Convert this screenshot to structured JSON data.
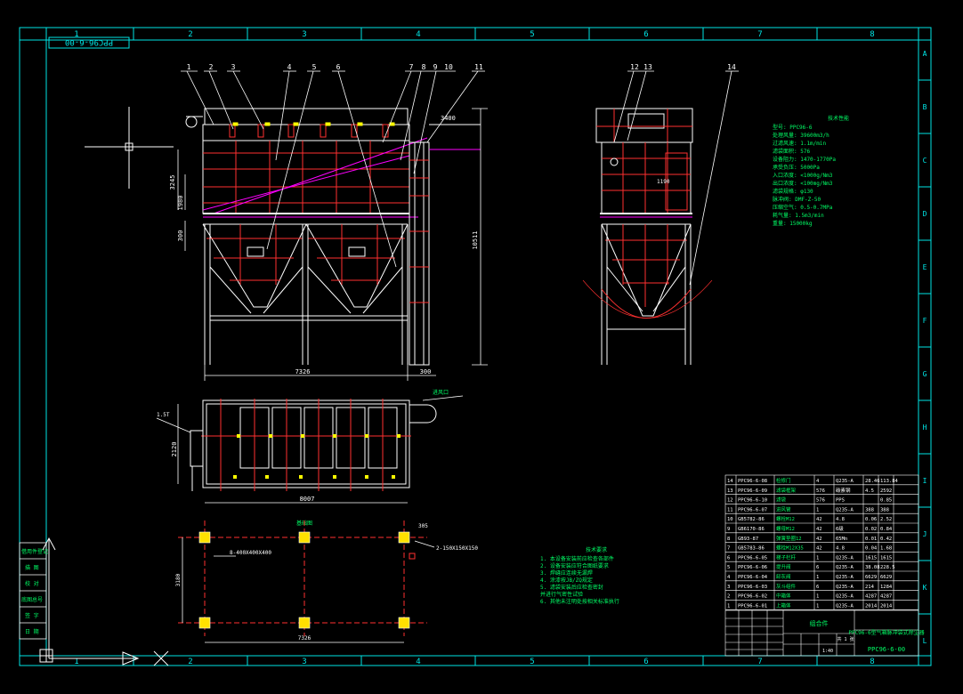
{
  "drawing": {
    "code_rotated": "PPC96-6-00",
    "title_code": "PPC96-6-00",
    "title_name": "PPC96-6型气箱脉冲袋式除尘器",
    "title_material": "组合件",
    "col_numbers": [
      "1",
      "2",
      "3",
      "4",
      "5",
      "6",
      "7",
      "8"
    ],
    "row_letters": [
      "A",
      "B",
      "C",
      "D",
      "E",
      "F",
      "G",
      "H",
      "I",
      "J",
      "K",
      "L"
    ],
    "left_stamp_labels": [
      "借用件登记",
      "描 图",
      "校 对",
      "底图总号",
      "签 字",
      "日 期"
    ]
  },
  "balloons": {
    "front": [
      "1",
      "2",
      "3",
      "4",
      "5",
      "6",
      "7",
      "8",
      "9",
      "10",
      "11"
    ],
    "side": [
      "12",
      "13",
      "14"
    ]
  },
  "dimensions": {
    "front_width": "7326",
    "front_height": "10511",
    "front_offset": "300",
    "front_upper": "3245",
    "front_mid": "1980",
    "front_lower": "300",
    "front_top_note": "3400",
    "side_width": "1190",
    "plan_length": "8007",
    "plan_width": "2120",
    "plan_pipe": "1.5T",
    "plan_inlet_note": "进风口",
    "foundation_length": "7326",
    "foundation_width": "3180",
    "foundation_bolt": "8-400X400X400",
    "foundation_pipe": "2-150X150X150",
    "foundation_offset": "305",
    "foundation_title": "基础图"
  },
  "specs": {
    "title": "技术性能",
    "lines": [
      "型号: PPC96-6",
      "处理风量: 39600m3/h",
      "过滤风速: 1.1m/min",
      "滤袋面积: 576",
      "设备阻力: 1470-1770Pa",
      "承受负压: 5000Pa",
      "入口浓度: <1000g/Nm3",
      "出口浓度: <100mg/Nm3",
      "滤袋规格: φ130",
      "脉冲阀: DMF-Z-50",
      "压缩空气: 0.5-0.7MPa",
      "耗气量: 1.5m3/min",
      "重量: 15000kg"
    ]
  },
  "notes": {
    "title": "技术要求",
    "lines": [
      "1. 本设备安装前应检查各部件",
      "2. 设备安装应符合图纸要求",
      "3. 焊缝应连续无漏焊",
      "4. 涂漆按JB/ZQ规定",
      "5. 滤袋安装后应检查密封",
      "   并进行气密性试验",
      "6. 其他未注明处按相关标准执行"
    ]
  },
  "bom": {
    "rows": [
      [
        "14",
        "PPC96-6-08",
        "检修门",
        "4",
        "Q235-A",
        "28.46",
        "113.84"
      ],
      [
        "13",
        "PPC96-6-09",
        "滤袋框架",
        "576",
        "碳素钢",
        "4.5",
        "2592"
      ],
      [
        "12",
        "PPC96-6-10",
        "滤袋",
        "576",
        "PPS",
        "",
        "0.85"
      ],
      [
        "11",
        "PPC96-6-07",
        "进风管",
        "1",
        "Q235-A",
        "388",
        "388"
      ],
      [
        "10",
        "GB5782-86",
        "螺栓M12",
        "42",
        "4.8",
        "0.06",
        "2.52"
      ],
      [
        "9",
        "GB6170-86",
        "螺母M12",
        "42",
        "6级",
        "0.02",
        "0.84"
      ],
      [
        "8",
        "GB93-87",
        "弹簧垫圈12",
        "42",
        "65Mn",
        "0.01",
        "0.42"
      ],
      [
        "7",
        "GB5783-86",
        "螺栓M12X35",
        "42",
        "4.8",
        "0.04",
        "1.68"
      ],
      [
        "6",
        "PPC96-6-05",
        "梯子栏杆",
        "1",
        "Q235-A",
        "1615",
        "1615"
      ],
      [
        "5",
        "PPC96-6-06",
        "提升阀",
        "6",
        "Q235-A",
        "38.08",
        "228.5"
      ],
      [
        "4",
        "PPC96-6-04",
        "卸灰阀",
        "1",
        "Q235-A",
        "6629",
        "6629"
      ],
      [
        "3",
        "PPC96-6-03",
        "灰斗组件",
        "6",
        "Q235-A",
        "214",
        "1284"
      ],
      [
        "2",
        "PPC96-6-02",
        "中箱体",
        "1",
        "Q235-A",
        "4287",
        "4287"
      ],
      [
        "1",
        "PPC96-6-01",
        "上箱体",
        "1",
        "Q235-A",
        "2014",
        "2014"
      ]
    ],
    "scale": "1:40",
    "sheet": "共 1 张"
  }
}
